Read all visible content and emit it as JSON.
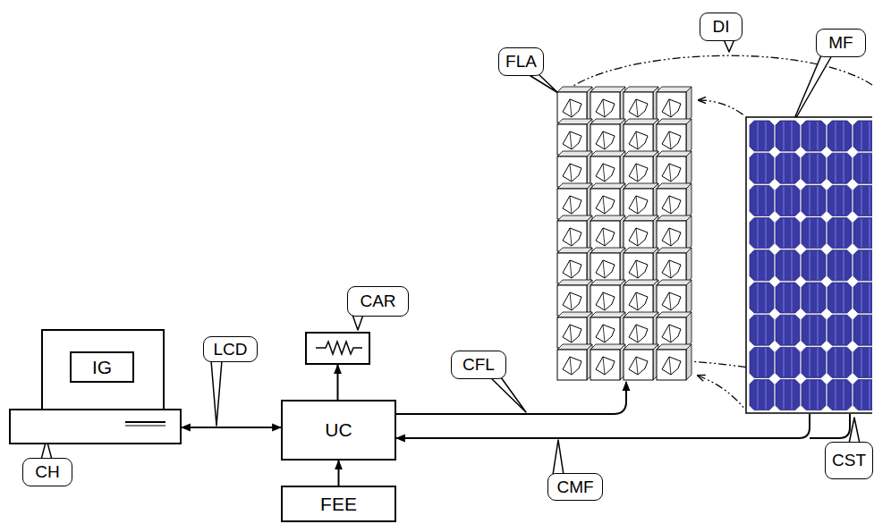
{
  "diagram": {
    "nodes": [
      {
        "text": [
          "CH"
        ]
      },
      {
        "text": [
          "IG"
        ],
        "in": 0
      },
      {
        "text": [
          "UC"
        ]
      },
      {
        "text": [
          "CAR"
        ]
      },
      {
        "text": [
          "FEE"
        ]
      },
      {
        "text": [
          "FLA"
        ]
      },
      {
        "text": [
          "MF"
        ]
      }
    ],
    "edges": [
      {
        "from": 0,
        "to": 2,
        "label": "LCD",
        "arrow": "both"
      },
      {
        "from": 2,
        "to": 3,
        "arrow": "to"
      },
      {
        "from": 4,
        "to": 2,
        "arrow": "to"
      },
      {
        "from": 2,
        "to": 5,
        "label": "CFL",
        "arrow": "to"
      },
      {
        "from": 6,
        "to": 2,
        "label": "CMF",
        "arrow": "to"
      }
    ],
    "labels": [
      "DI",
      "CST"
    ]
  }
}
